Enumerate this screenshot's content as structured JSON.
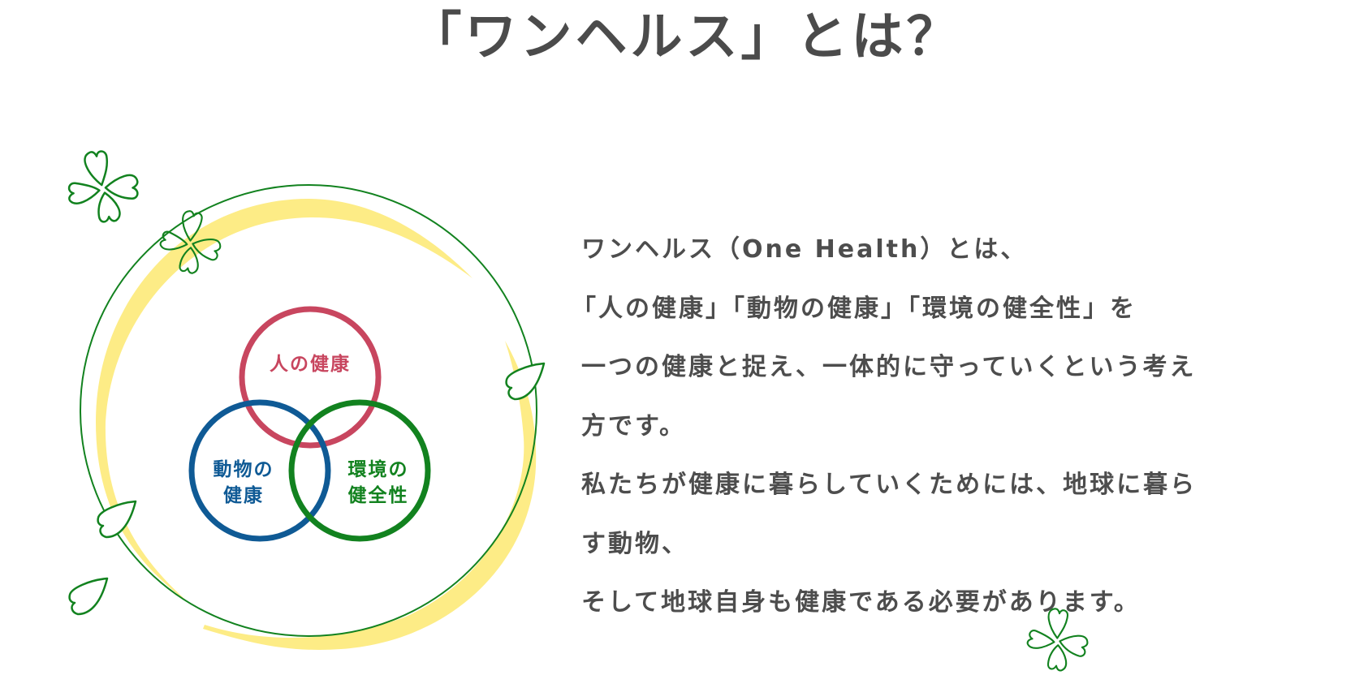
{
  "page": {
    "title": "「ワンヘルス」とは？"
  },
  "diagram": {
    "venn": [
      {
        "id": "human",
        "label": "人の健康",
        "color": "#c8465f"
      },
      {
        "id": "animal",
        "label": "動物の\n健康",
        "color": "#0f5a95"
      },
      {
        "id": "environment",
        "label": "環境の\n健全性",
        "color": "#12821f"
      }
    ],
    "decoration_colors": {
      "outline_green": "#12821f",
      "yellow_band": "#fdec86"
    },
    "decorations": [
      "clover-icon",
      "clover-icon",
      "petal-icon",
      "petal-icon",
      "petal-icon",
      "clover-icon"
    ]
  },
  "description": {
    "lines": [
      "ワンヘルス（One Health）とは、",
      "「人の健康」「動物の健康」「環境の健全性」を",
      "一つの健康と捉え、一体的に守っていくという考え",
      "方です。",
      "私たちが健康に暮らしていくためには、地球に暮ら",
      "す動物、",
      "そして地球自身も健康である必要があります。"
    ]
  }
}
